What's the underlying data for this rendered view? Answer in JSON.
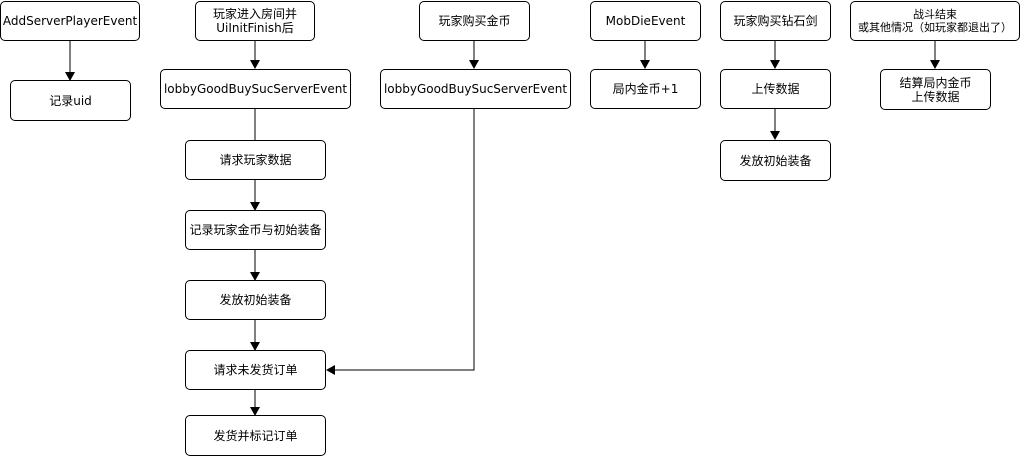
{
  "diagram": {
    "nodes": {
      "add_server_player_event": "AddServerPlayerEvent",
      "record_uid": "记录uid",
      "enter_room": "玩家进入房间并\nUiInitFinish后",
      "lobby_buy_1": "lobbyGoodBuySucServerEvent",
      "request_player_data": "请求玩家数据",
      "record_gold_equip": "记录玩家金币与初始装备",
      "issue_equip_1": "发放初始装备",
      "request_unshipped": "请求未发货订单",
      "ship_and_mark": "发货并标记订单",
      "buy_gold": "玩家购买金币",
      "lobby_buy_2": "lobbyGoodBuySucServerEvent",
      "mob_die_event": "MobDieEvent",
      "in_game_gold": "局内金币+1",
      "buy_diamond_sword": "玩家购买钻石剑",
      "upload_data_1": "上传数据",
      "issue_equip_2": "发放初始装备",
      "battle_end": "战斗结束\n或其他情况（如玩家都退出了）",
      "settle_upload": "结算局内金币\n上传数据"
    }
  }
}
